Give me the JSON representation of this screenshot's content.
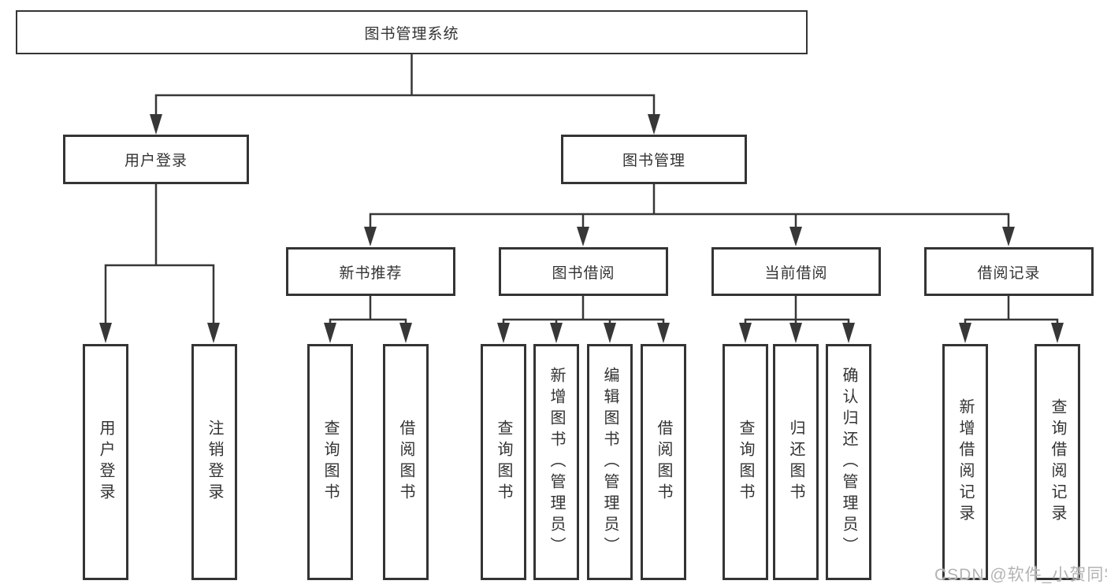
{
  "diagram": {
    "root": {
      "label": "图书管理系统"
    },
    "branches": [
      {
        "label": "用户登录",
        "children": [
          {
            "label": "用户登录"
          },
          {
            "label": "注销登录"
          }
        ]
      },
      {
        "label": "图书管理",
        "children": [
          {
            "label": "新书推荐",
            "children": [
              {
                "label": "查询图书"
              },
              {
                "label": "借阅图书"
              }
            ]
          },
          {
            "label": "图书借阅",
            "children": [
              {
                "label": "查询图书"
              },
              {
                "label": "新增图书（管理员）"
              },
              {
                "label": "编辑图书（管理员）"
              },
              {
                "label": "借阅图书"
              }
            ]
          },
          {
            "label": "当前借阅",
            "children": [
              {
                "label": "查询图书"
              },
              {
                "label": "归还图书"
              },
              {
                "label": "确认归还（管理员）"
              }
            ]
          },
          {
            "label": "借阅记录",
            "children": [
              {
                "label": "新增借阅记录"
              },
              {
                "label": "查询借阅记录"
              }
            ]
          }
        ]
      }
    ],
    "watermark": "CSDN @软件_小贺同学",
    "colors": {
      "line": "#373737",
      "box_border": "#343434",
      "text": "#333333",
      "watermark": "#b3b3b3",
      "background": "#ffffff"
    }
  }
}
